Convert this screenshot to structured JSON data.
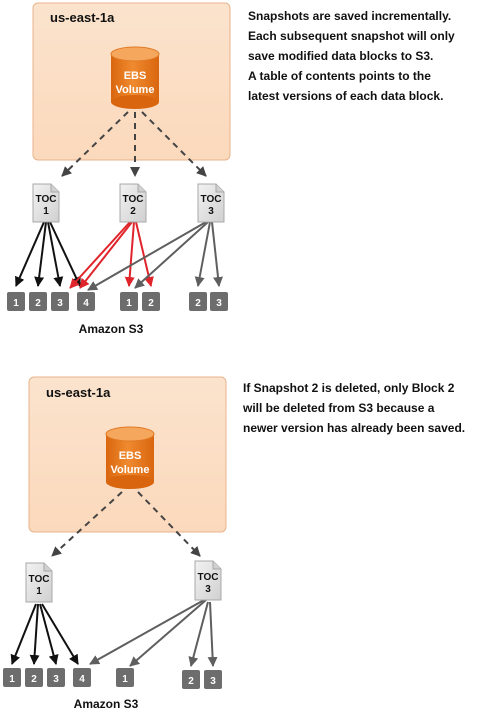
{
  "colors": {
    "region_fill": "#fce2c9",
    "region_stroke": "#e8b48c",
    "cylinder_main": "#ee7a1d",
    "cylinder_dark": "#d9660f",
    "cylinder_top": "#f6a75e",
    "doc_fill": "#e3e3e3",
    "doc_stroke": "#a8a8a8",
    "block_fill": "#6d6d6d",
    "arrow_black": "#111111",
    "arrow_red": "#e0242b",
    "arrow_gray": "#5f5f5f",
    "dashed": "#444444"
  },
  "top": {
    "region_label": "us-east-1a",
    "volume_line1": "EBS",
    "volume_line2": "Volume",
    "caption_lines": [
      "Snapshots are saved incrementally.",
      "Each subsequent snapshot will only",
      "save modified data blocks to S3.",
      "A table of contents points to the",
      "latest versions of each data block."
    ],
    "tocs": [
      {
        "line1": "TOC",
        "line2": "1"
      },
      {
        "line1": "TOC",
        "line2": "2"
      },
      {
        "line1": "TOC",
        "line2": "3"
      }
    ],
    "blocks": [
      "1",
      "2",
      "3",
      "4",
      "1",
      "2",
      "2",
      "3"
    ],
    "storage_label": "Amazon S3"
  },
  "bottom": {
    "region_label": "us-east-1a",
    "volume_line1": "EBS",
    "volume_line2": "Volume",
    "caption_lines": [
      "If Snapshot 2 is deleted, only Block 2",
      "will be deleted from S3 because a",
      "newer version has already been saved."
    ],
    "tocs": [
      {
        "line1": "TOC",
        "line2": "1"
      },
      {
        "line1": "TOC",
        "line2": "3"
      }
    ],
    "blocks": [
      "1",
      "2",
      "3",
      "4",
      "1",
      "2",
      "3"
    ],
    "storage_label": "Amazon S3"
  }
}
